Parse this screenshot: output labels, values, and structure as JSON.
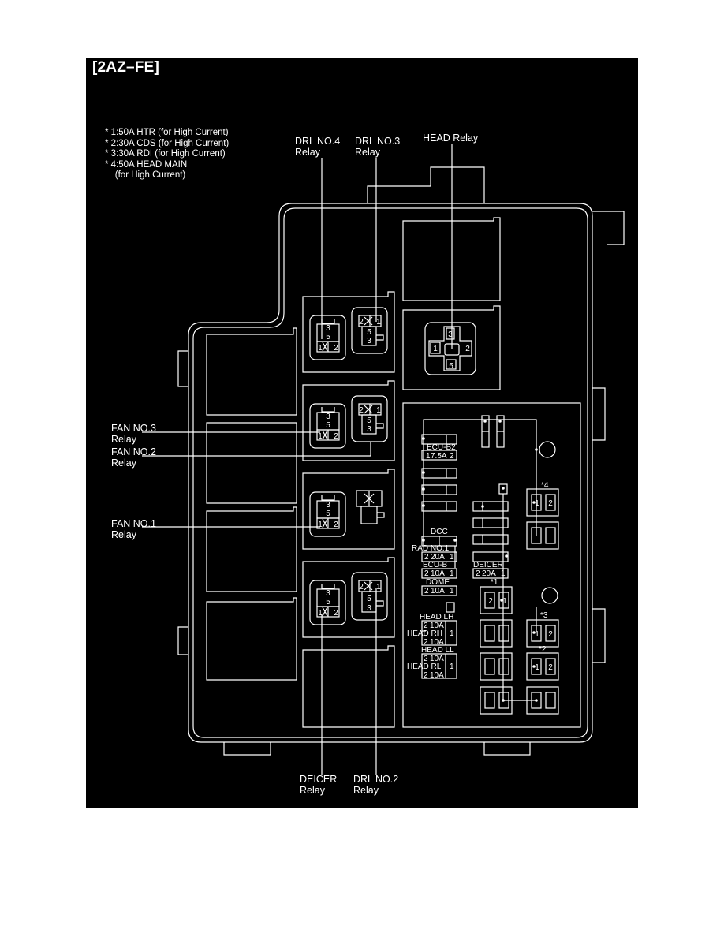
{
  "header": {
    "title": "[2AZ–FE]"
  },
  "footnotes": [
    "* 1:50A HTR (for High Current)",
    "* 2:30A CDS (for High Current)",
    "* 3:30A RDI (for High Current)",
    "* 4:50A HEAD MAIN",
    "    (for High Current)"
  ],
  "callouts": {
    "drl_no4": [
      "DRL NO.4",
      "Relay"
    ],
    "drl_no3": [
      "DRL NO.3",
      "Relay"
    ],
    "head_relay": [
      "HEAD Relay"
    ],
    "fan_no3": [
      "FAN NO.3",
      "Relay"
    ],
    "fan_no2": [
      "FAN NO.2",
      "Relay"
    ],
    "fan_no1": [
      "FAN NO.1",
      "Relay"
    ],
    "deicer": [
      "DEICER",
      "Relay"
    ],
    "drl_no2": [
      "DRL NO.2",
      "Relay"
    ]
  },
  "relay_pins": {
    "p1": "1",
    "p2": "2",
    "p3": "3",
    "p5": "5"
  },
  "fuses": {
    "ecu_b2": {
      "name": "ECU-B2",
      "amps": "7.5A"
    },
    "dcc": {
      "name": "DCC"
    },
    "rad_no1": {
      "name": "RAD NO.1",
      "amps": "20A"
    },
    "ecu_b": {
      "name": "ECU-B",
      "amps": "10A"
    },
    "dome": {
      "name": "DOME",
      "amps": "10A"
    },
    "deicer": {
      "name": "DEICER",
      "amps": "20A"
    },
    "head_lh": {
      "name": "HEAD LH",
      "amps": "10A"
    },
    "head_rh": {
      "name": "HEAD RH",
      "amps": "10A"
    },
    "head_ll": {
      "name": "HEAD LL",
      "amps": "10A"
    },
    "head_rl": {
      "name": "HEAD RL",
      "amps": "10A"
    }
  },
  "high_current_marks": {
    "m1": "*1",
    "m2": "*2",
    "m3": "*3",
    "m4": "*4"
  },
  "colors": {
    "background": "#000000",
    "line": "#ffffff",
    "page": "#ffffff"
  }
}
